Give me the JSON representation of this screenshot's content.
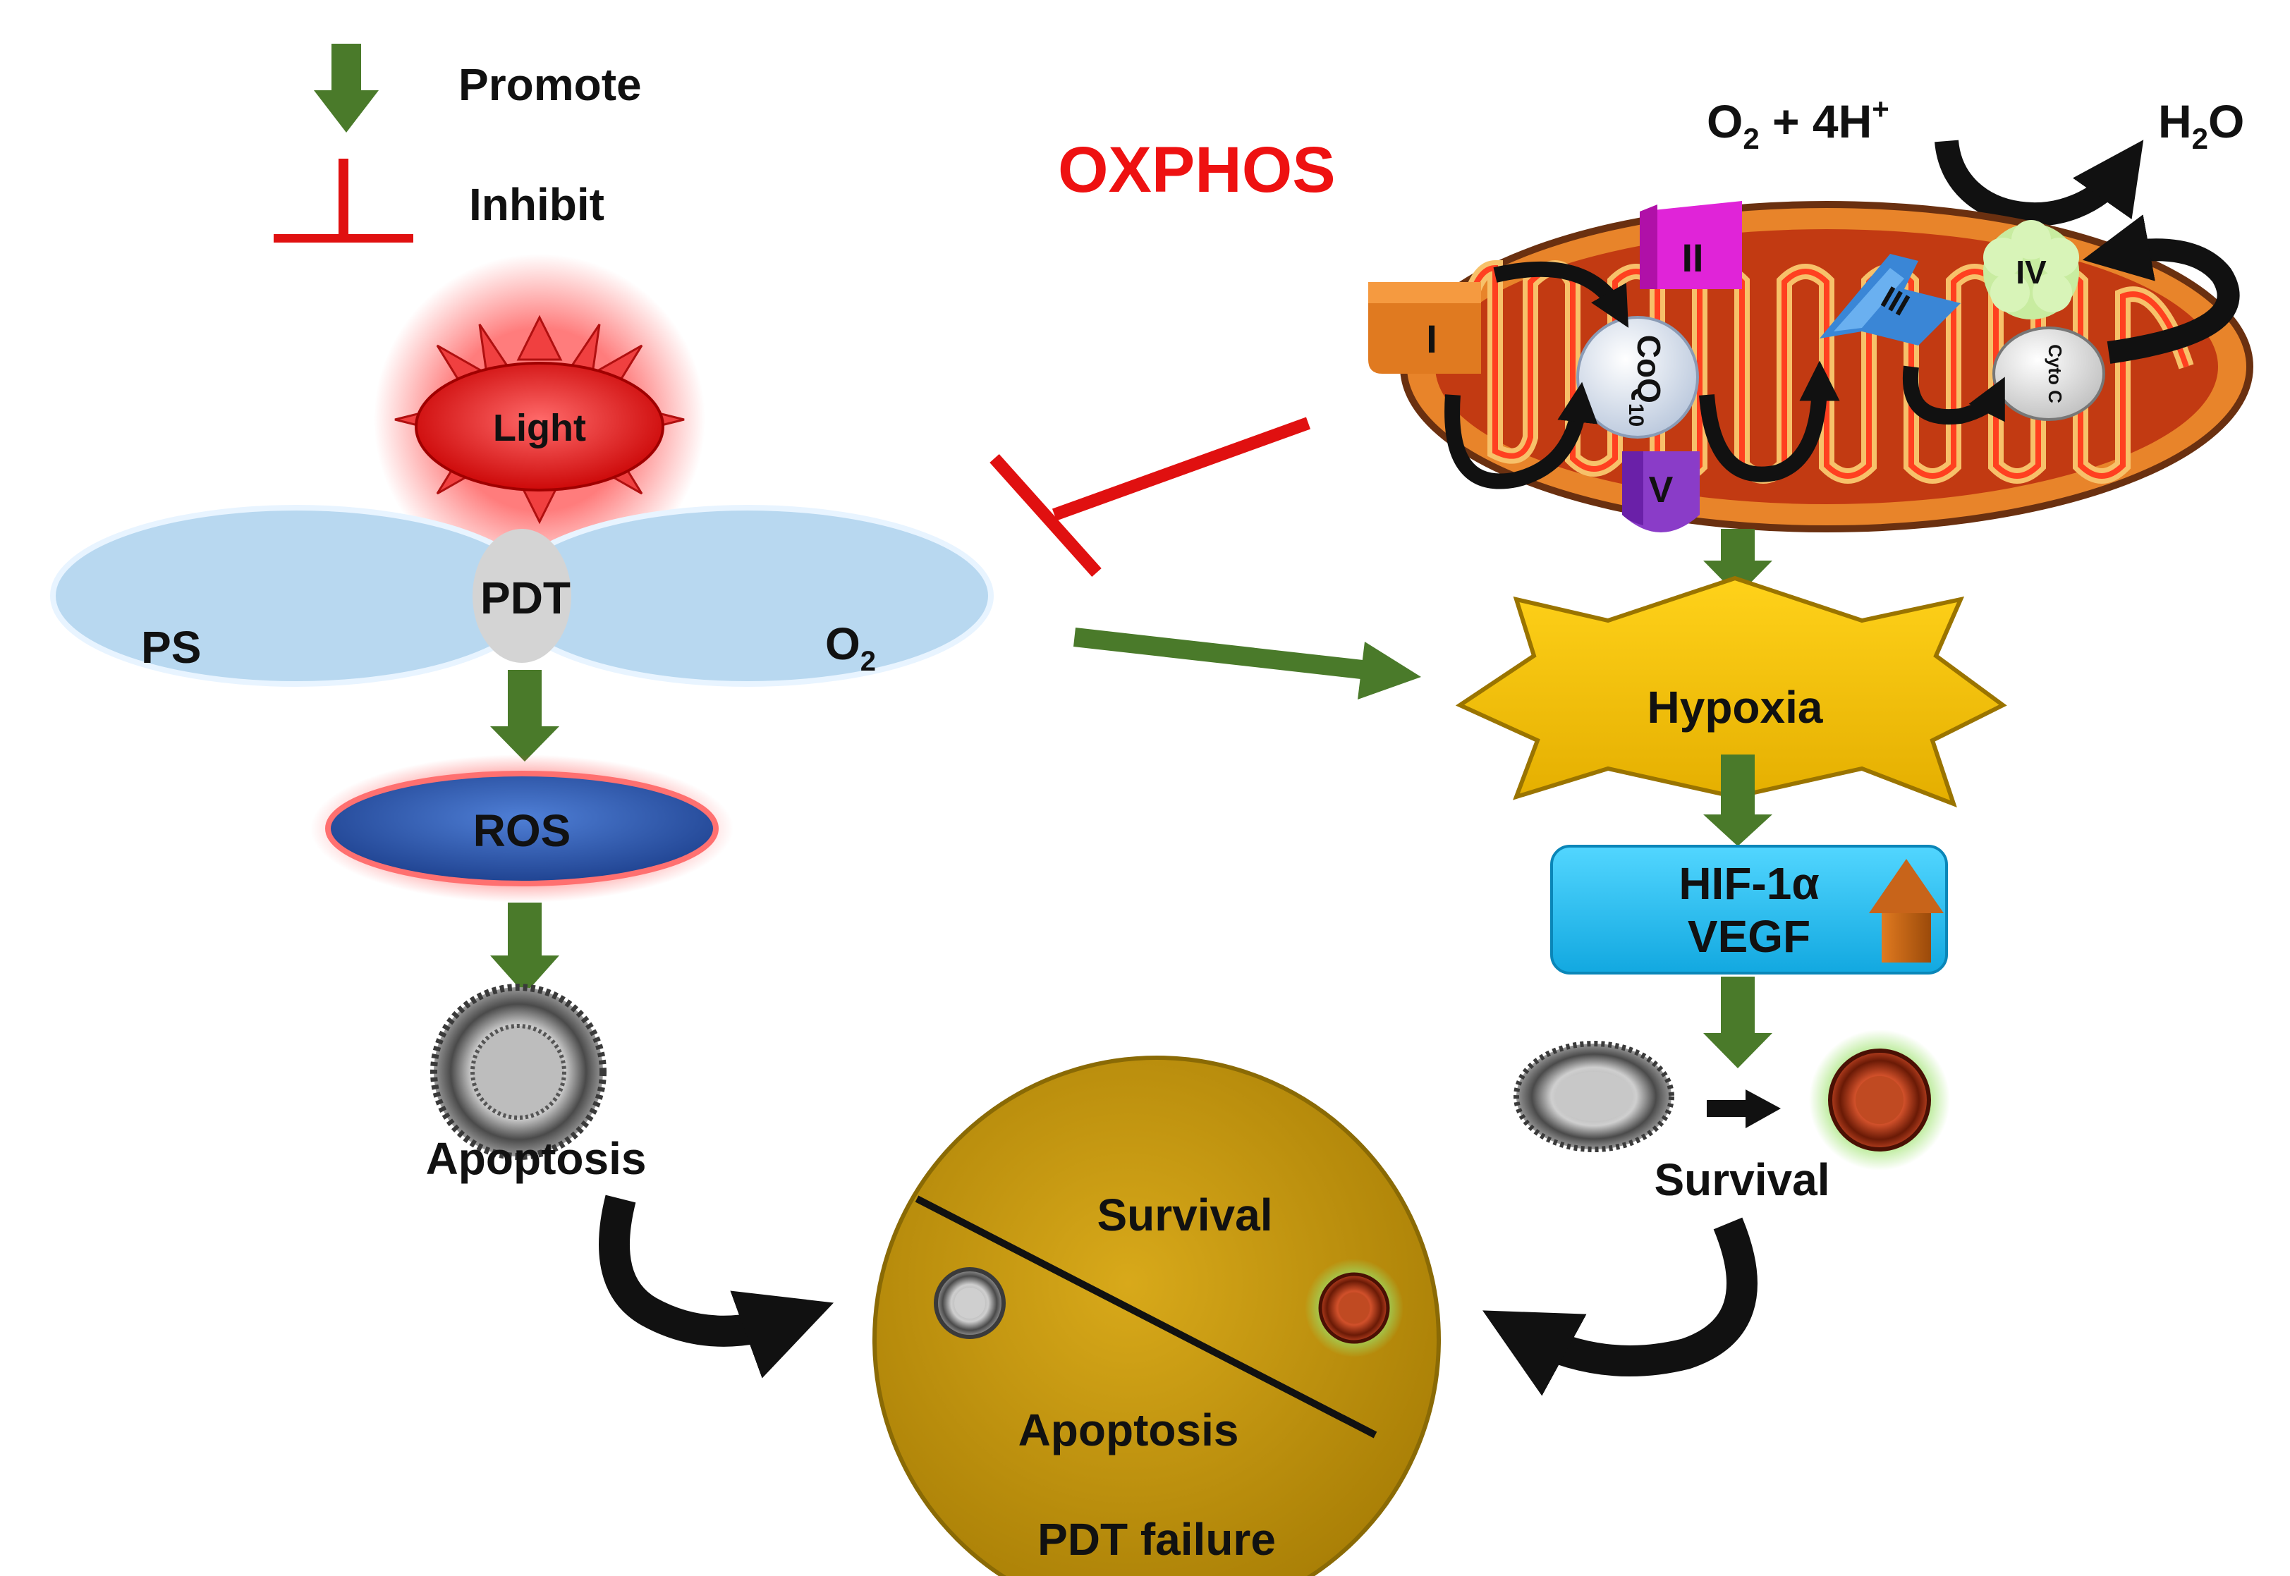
{
  "legend": {
    "promote_label": "Promote",
    "inhibit_label": "Inhibit"
  },
  "oxphos": {
    "title": "OXPHOS",
    "reaction_left_main": "O",
    "reaction_left_sub": "2",
    "reaction_left_rest": " + 4H",
    "reaction_left_sup": "+",
    "reaction_right_a": "H",
    "reaction_right_sub": "2",
    "reaction_right_b": "O",
    "complex_I": "I",
    "complex_II": "II",
    "complex_III": "III",
    "complex_IV": "IV",
    "complex_V": "V",
    "coq_main": "CoQ",
    "coq_sub": "10",
    "cytoc": "Cyto C"
  },
  "left_path": {
    "light": "Light",
    "ps": "PS",
    "pdt": "PDT",
    "o2_main": "O",
    "o2_sub": "2",
    "ros": "ROS",
    "apoptosis": "Apoptosis"
  },
  "right_path": {
    "hypoxia": "Hypoxia",
    "hif_line1": "HIF-1α",
    "hif_line2": "VEGF",
    "survival": "Survival"
  },
  "outcome": {
    "survival": "Survival",
    "apoptosis": "Apoptosis",
    "caption": "PDT failure"
  },
  "colors": {
    "promote_arrow": "#4a7a2a",
    "inhibit": "#e01010",
    "oxphos_title": "#ee1111",
    "mito_outer": "#d7641a",
    "hypoxia": "#f5c400",
    "hif_box": "#1ec0f0",
    "outcome_disc": "#c8990a",
    "ros": "#2a56a8",
    "light": "#e02222"
  }
}
